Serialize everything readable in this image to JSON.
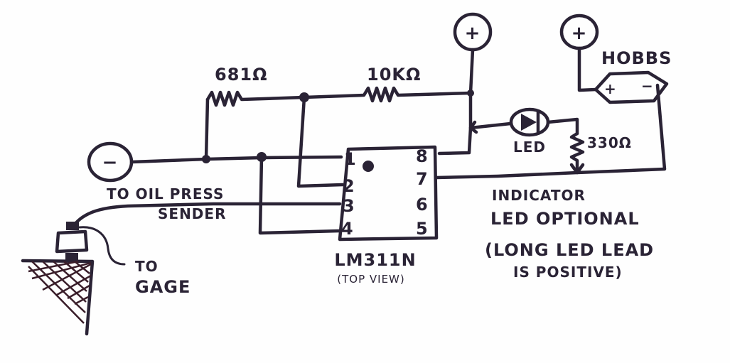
{
  "diagram": {
    "title": "Oil pressure switch circuit (hand drawn)",
    "ic": {
      "part": "LM311N",
      "view_note": "(TOP VIEW)",
      "pins_left": [
        "1",
        "2",
        "3",
        "4"
      ],
      "pins_right": [
        "8",
        "7",
        "6",
        "5"
      ]
    },
    "resistors": {
      "r1": "681Ω",
      "r2": "10KΩ",
      "r3": "330Ω"
    },
    "supply": {
      "negative": "−",
      "positive_main": "+",
      "positive_hobbs": "+"
    },
    "hobbs": {
      "label": "HOBBS",
      "plus": "+",
      "minus": "−"
    },
    "led": {
      "label": "LED"
    },
    "labels": {
      "oil_line1": "TO OIL PRESS",
      "oil_line2": "SENDER",
      "gage_line1": "TO",
      "gage_line2": "GAGE",
      "note_line1": "INDICATOR",
      "note_line2": "LED OPTIONAL",
      "note_line3": "(LONG LED LEAD",
      "note_line4": "IS POSITIVE)"
    },
    "colors": {
      "ink": "#2a2335",
      "paper": "#fefefe"
    }
  }
}
